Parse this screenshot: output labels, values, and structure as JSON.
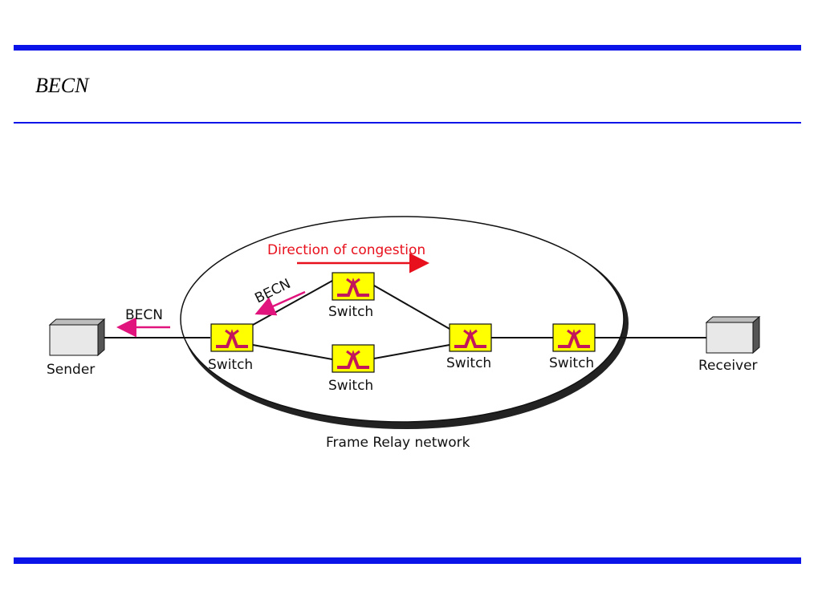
{
  "slide": {
    "title": "BECN"
  },
  "diagram": {
    "direction_label": "Direction of congestion",
    "becn_label_inner": "BECN",
    "becn_label_outer": "BECN",
    "sender": "Sender",
    "receiver": "Receiver",
    "network": "Frame Relay network",
    "switches": [
      "Switch",
      "Switch",
      "Switch",
      "Switch",
      "Switch"
    ]
  },
  "colors": {
    "accent_blue": "#0a14e8",
    "congestion_red": "#e8101c",
    "becn_magenta": "#e0147c",
    "switch_yellow": "#ffff00"
  }
}
